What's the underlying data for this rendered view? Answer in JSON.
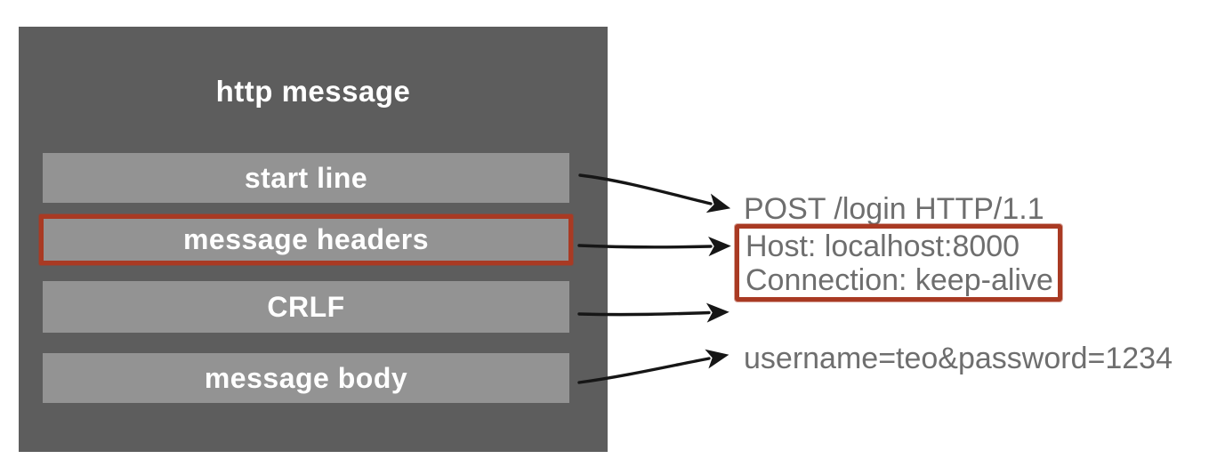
{
  "diagram": {
    "box_title": "http message",
    "rows": [
      {
        "label": "start line",
        "highlighted": false
      },
      {
        "label": "message headers",
        "highlighted": true
      },
      {
        "label": "CRLF",
        "highlighted": false
      },
      {
        "label": "message body",
        "highlighted": false
      }
    ],
    "example": {
      "request_line": "POST /login HTTP/1.1",
      "headers": [
        "Host: localhost:8000",
        "Connection: keep-alive"
      ],
      "body": "username=teo&password=1234"
    },
    "colors": {
      "box_bg": "#5d5d5d",
      "row_bg": "#939393",
      "highlight_border": "#a93a23",
      "label_text": "#ffffff",
      "example_text": "#6e6e6e",
      "arrow": "#161616"
    }
  }
}
